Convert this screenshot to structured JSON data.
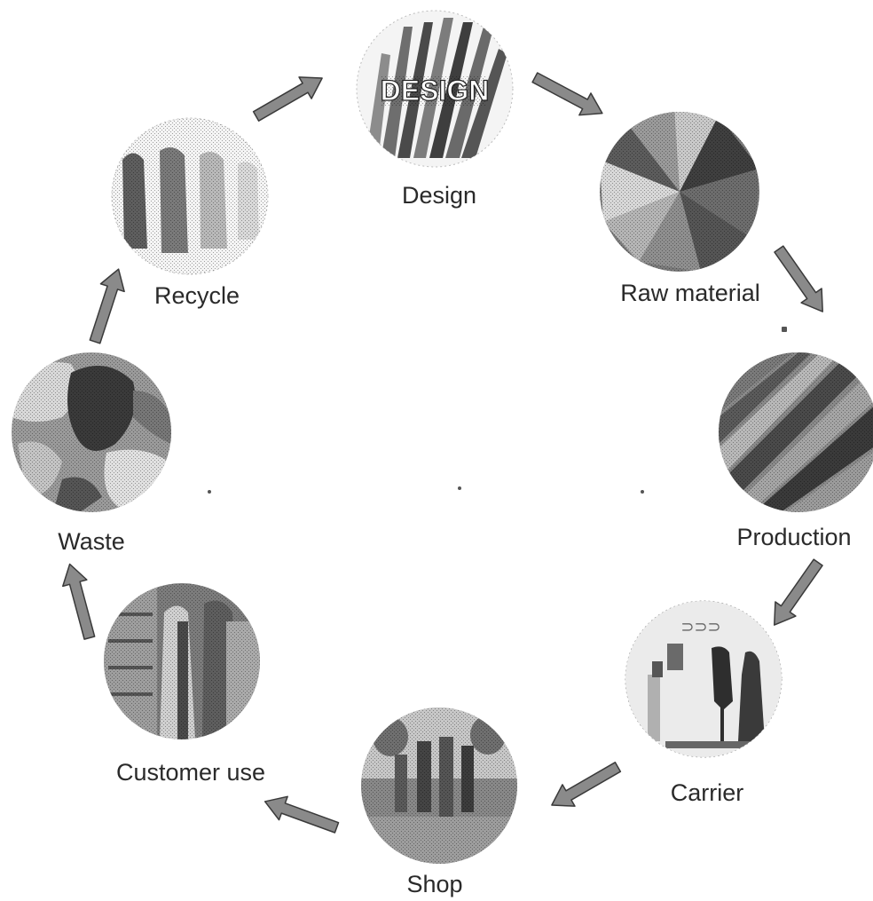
{
  "stages": [
    {
      "id": "design",
      "label": "Design",
      "image_text": "DESIGN"
    },
    {
      "id": "raw-material",
      "label": "Raw material"
    },
    {
      "id": "production",
      "label": "Production"
    },
    {
      "id": "carrier",
      "label": "Carrier"
    },
    {
      "id": "shop",
      "label": "Shop"
    },
    {
      "id": "customer-use",
      "label": "Customer use"
    },
    {
      "id": "waste",
      "label": "Waste"
    },
    {
      "id": "recycle",
      "label": "Recycle"
    }
  ],
  "colors": {
    "arrow_fill": "#8a8a8a",
    "arrow_stroke": "#3a3a3a",
    "label": "#2a2a2a"
  }
}
